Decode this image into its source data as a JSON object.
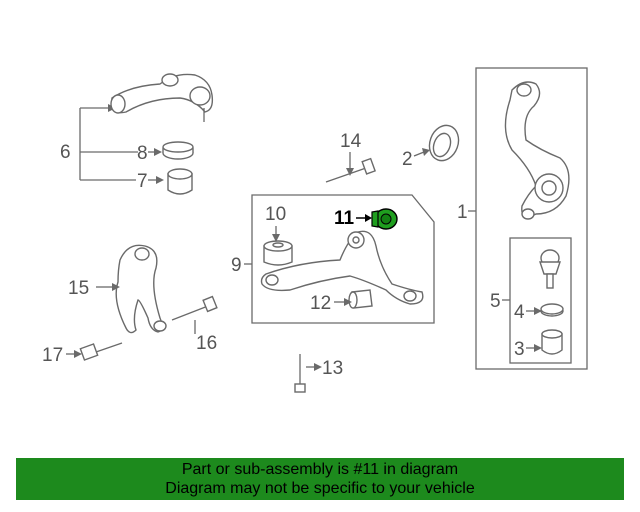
{
  "diagram": {
    "callouts": {
      "c1": "1",
      "c2": "2",
      "c3": "3",
      "c4": "4",
      "c5": "5",
      "c6": "6",
      "c7": "7",
      "c8": "8",
      "c9": "9",
      "c10": "10",
      "c11": "11",
      "c12": "12",
      "c13": "13",
      "c14": "14",
      "c15": "15",
      "c16": "16",
      "c17": "17"
    },
    "highlight_color": "#1f9e1f"
  },
  "footer": {
    "line1": "Part or sub-assembly is #11 in diagram",
    "line2": "Diagram may not be specific to your vehicle",
    "background": "#1d8a1d"
  }
}
